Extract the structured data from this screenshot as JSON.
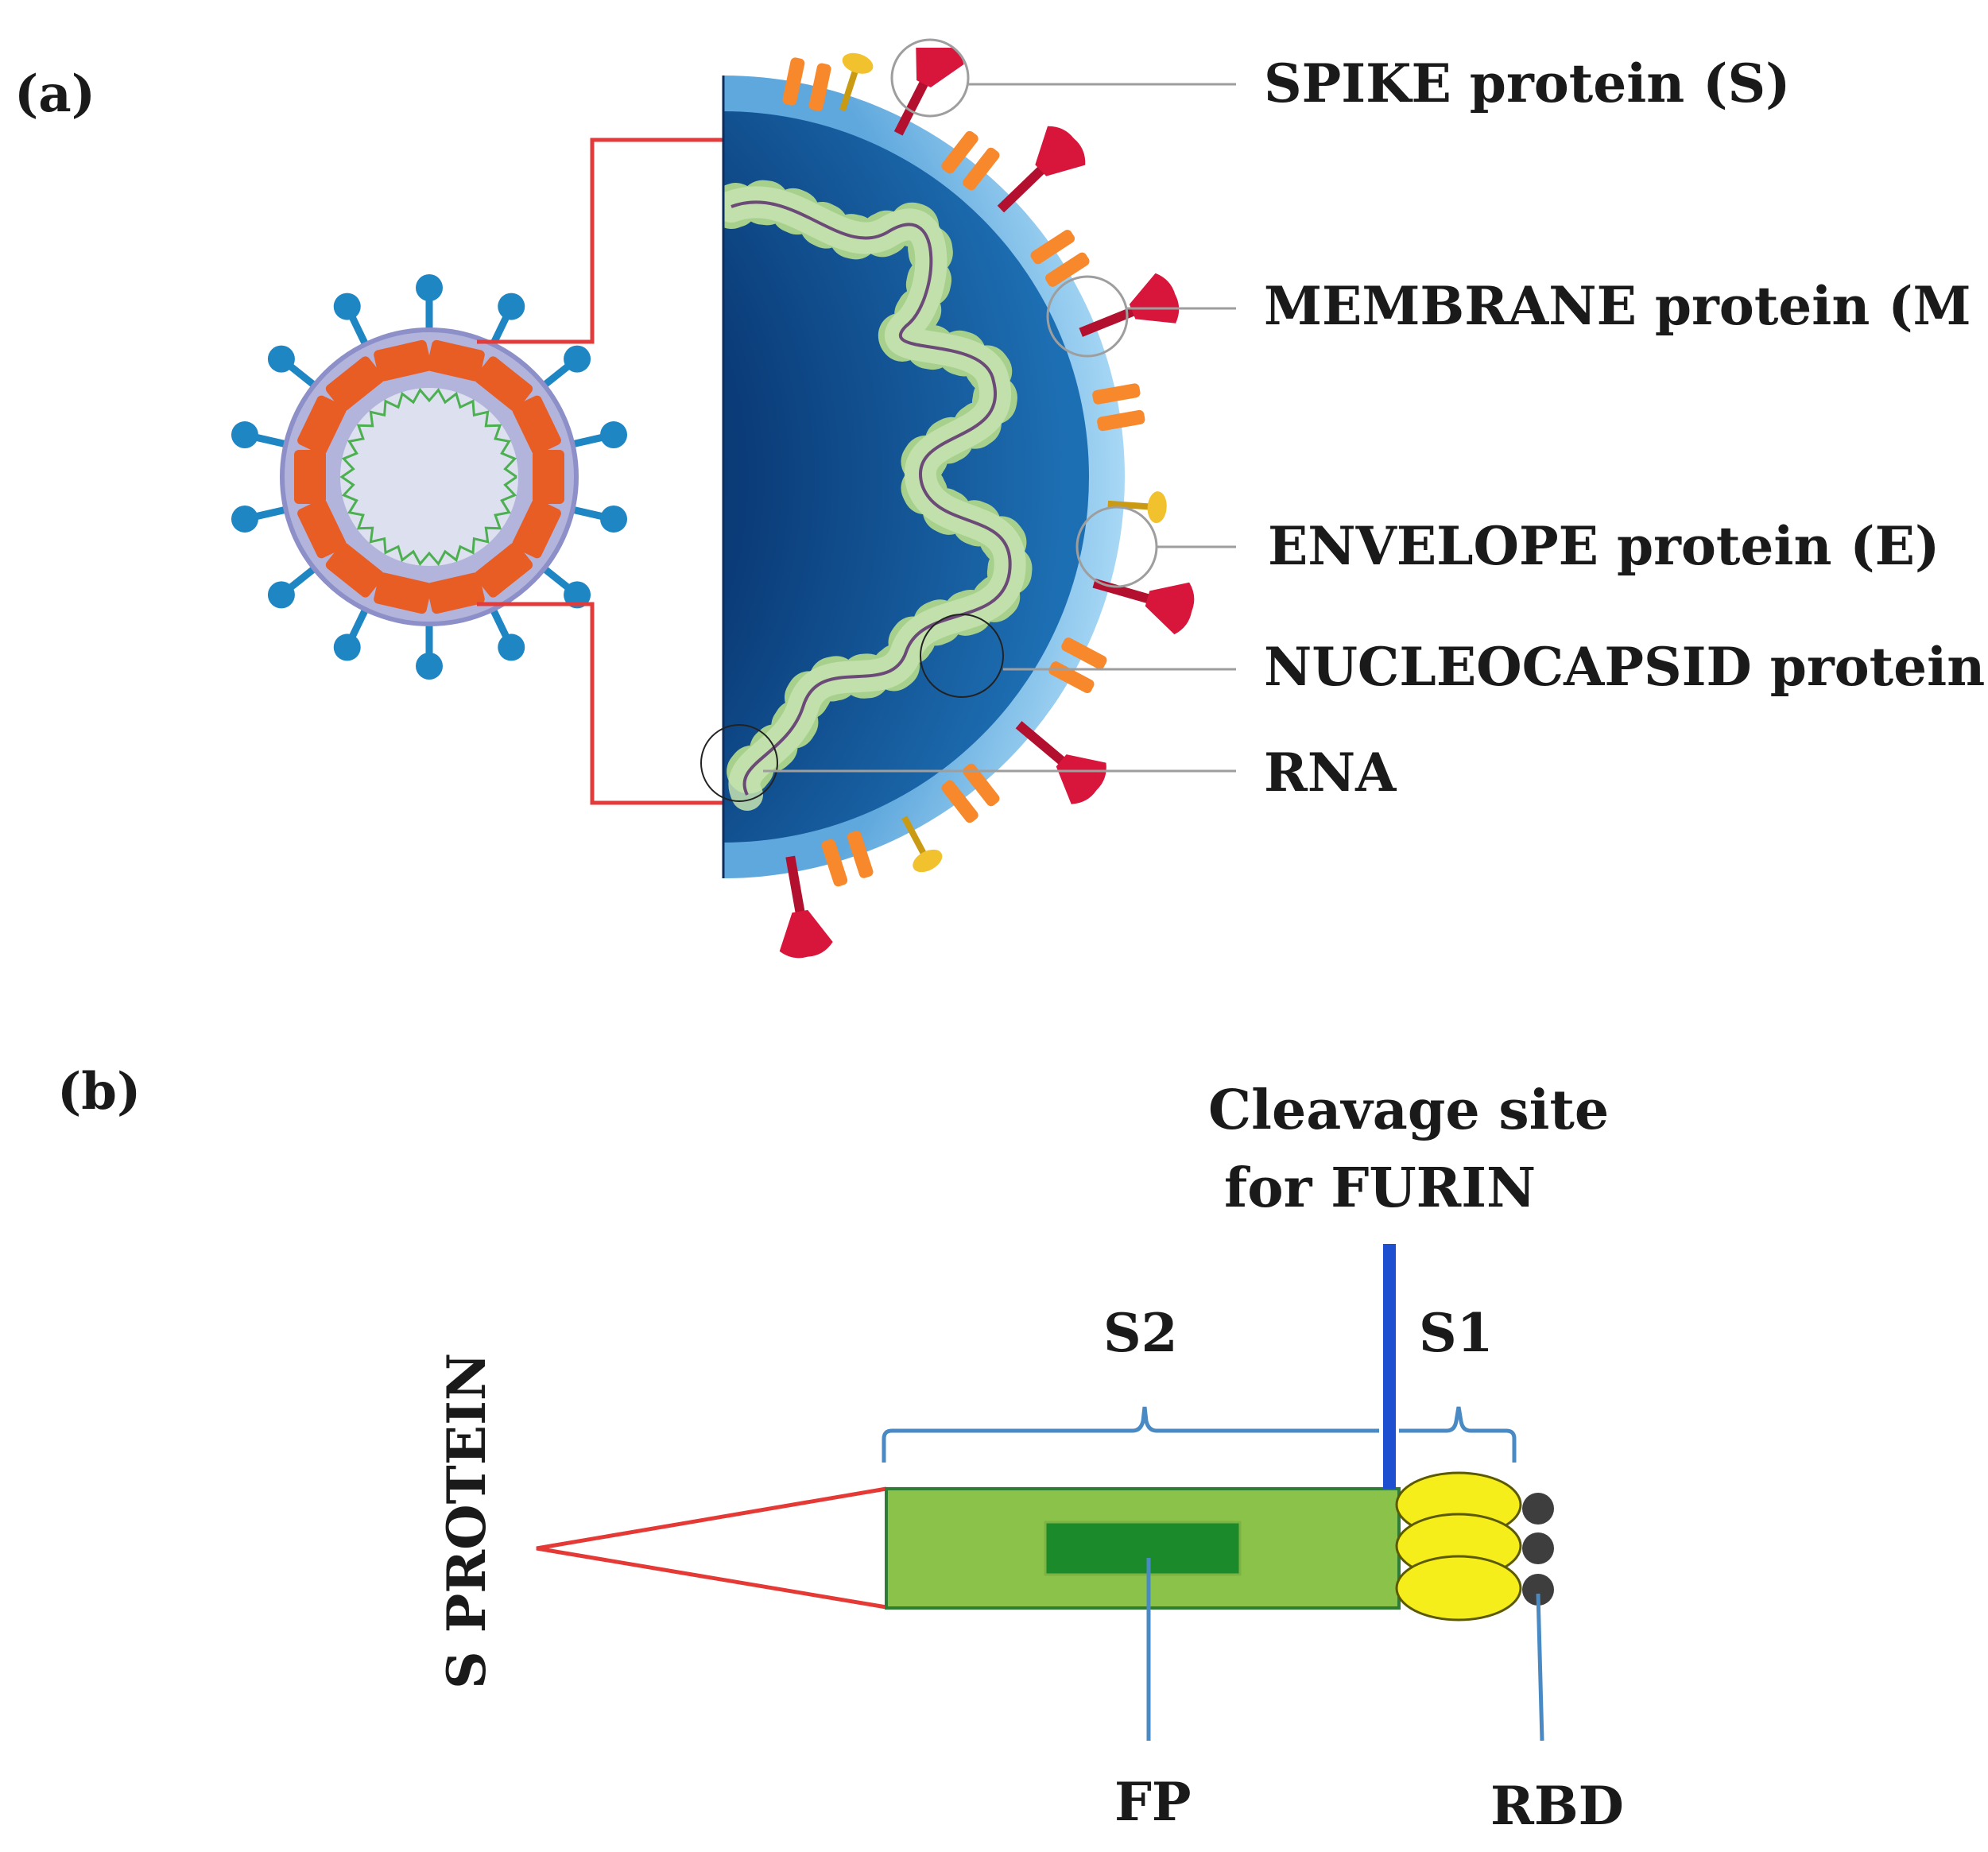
{
  "panel_a": {
    "label": "(a)",
    "labels": {
      "spike": "SPIKE protein (S)",
      "membrane": "MEMBRANE protein (M )",
      "envelope": "ENVELOPE protein (E)",
      "nucleocapsid": "NUCLEOCAPSID protein",
      "rna": "RNA"
    },
    "colors": {
      "outline_red": "#e23b3b",
      "spike_blue": "#1f86c4",
      "m_orange": "#e85d23",
      "rna_green": "#4caf50",
      "core_dark_blue": "#0b3d7a",
      "membrane_light_blue": "#8ec9ee",
      "spike_red": "#d8163c",
      "m_protein_orange": "#f7882b",
      "e_protein_yellow": "#f2c12e",
      "nucleocapsid_green": "#a8d08d"
    }
  },
  "panel_b": {
    "label": "(b)",
    "s_protein_label": "S PROTEIN",
    "s2_label": "S2",
    "s1_label": "S1",
    "cleavage_label_line1": "Cleavage site",
    "cleavage_label_line2": "for FURIN",
    "fp_label": "FP",
    "rbd_label": "RBD",
    "colors": {
      "s2_green": "#8bc34a",
      "fp_dark_green": "#1b8a2a",
      "rbd_yellow": "#f5ee1a",
      "cleavage_blue": "#1e4fd1",
      "bracket_blue": "#4a8ac4",
      "wedge_red": "#e53935"
    }
  }
}
